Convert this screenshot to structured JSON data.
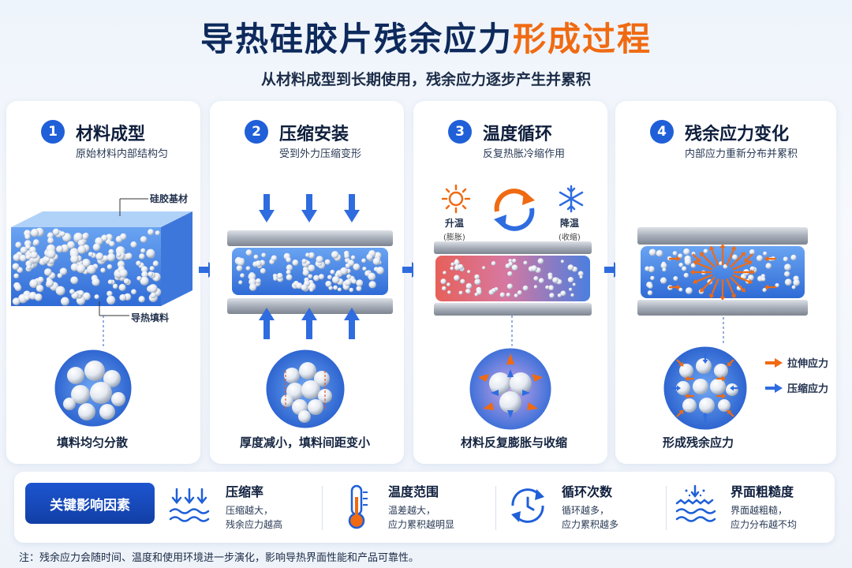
{
  "header": {
    "title_main": "导热硅胶片残余应力",
    "title_accent": "形成过程",
    "subtitle": "从材料成型到长期使用，残余应力逐步产生并累积"
  },
  "steps": [
    {
      "num": "1",
      "title": "材料成型",
      "desc": "原始材料内部结构匀",
      "caption": "填料均匀分散",
      "labels": {
        "matrix": "硅胶基材",
        "filler": "导热填料"
      }
    },
    {
      "num": "2",
      "title": "压缩安装",
      "desc": "受到外力压缩变形",
      "caption": "厚度减小，填料间距变小"
    },
    {
      "num": "3",
      "title": "温度循环",
      "desc": "反复热胀冷缩作用",
      "caption": "材料反复膨胀与收缩",
      "labels": {
        "heat": "升温",
        "heat_sub": "(膨胀)",
        "cool": "降温",
        "cool_sub": "(收缩)"
      }
    },
    {
      "num": "4",
      "title": "残余应力变化",
      "desc": "内部应力重新分布并累积",
      "caption": "形成残余应力",
      "legend": {
        "tensile": "拉伸应力",
        "compressive": "压缩应力"
      }
    }
  ],
  "colors": {
    "accent": "#f06a12",
    "primary": "#1f5fd8",
    "navy": "#0e2a5c"
  },
  "key_factors": {
    "badge": "关键影响因素",
    "items": [
      {
        "icon": "compression-rate-icon",
        "title": "压缩率",
        "line1": "压缩越大，",
        "line2": "残余应力越高"
      },
      {
        "icon": "thermometer-icon",
        "title": "温度范围",
        "line1": "温差越大，",
        "line2": "应力累积越明显"
      },
      {
        "icon": "cycle-clock-icon",
        "title": "循环次数",
        "line1": "循环越多，",
        "line2": "应力累积越多"
      },
      {
        "icon": "surface-roughness-icon",
        "title": "界面粗糙度",
        "line1": "界面越粗糙，",
        "line2": "应力分布越不均"
      }
    ]
  },
  "note": "注：残余应力会随时间、温度和使用环境进一步演化，影响导热界面性能和产品可靠性。"
}
